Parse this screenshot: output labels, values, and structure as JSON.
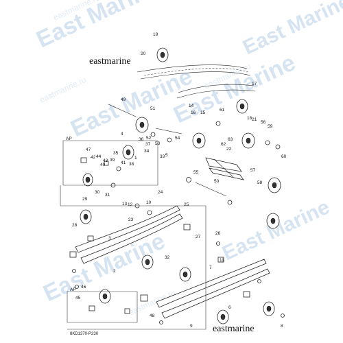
{
  "watermark": {
    "large_text": "East Marine",
    "url_text": "eastmarine.ru"
  },
  "brand_label": "eastmarine",
  "diagram_code": "8KD1370-P230",
  "inset_label": "AP",
  "callouts": [
    "1",
    "2",
    "3",
    "4",
    "5",
    "6",
    "7",
    "8",
    "9",
    "10",
    "11",
    "12",
    "13",
    "14",
    "15",
    "16",
    "17",
    "18",
    "19",
    "20",
    "21",
    "22",
    "23",
    "24",
    "25",
    "26",
    "27",
    "28",
    "29",
    "30",
    "31",
    "32",
    "33",
    "34",
    "35",
    "36",
    "37",
    "38",
    "39",
    "40",
    "41",
    "42",
    "43",
    "44",
    "45",
    "46",
    "47",
    "48",
    "49",
    "50",
    "51",
    "52",
    "53",
    "54",
    "55",
    "56",
    "57",
    "58",
    "59",
    "60",
    "61",
    "62",
    "63"
  ]
}
